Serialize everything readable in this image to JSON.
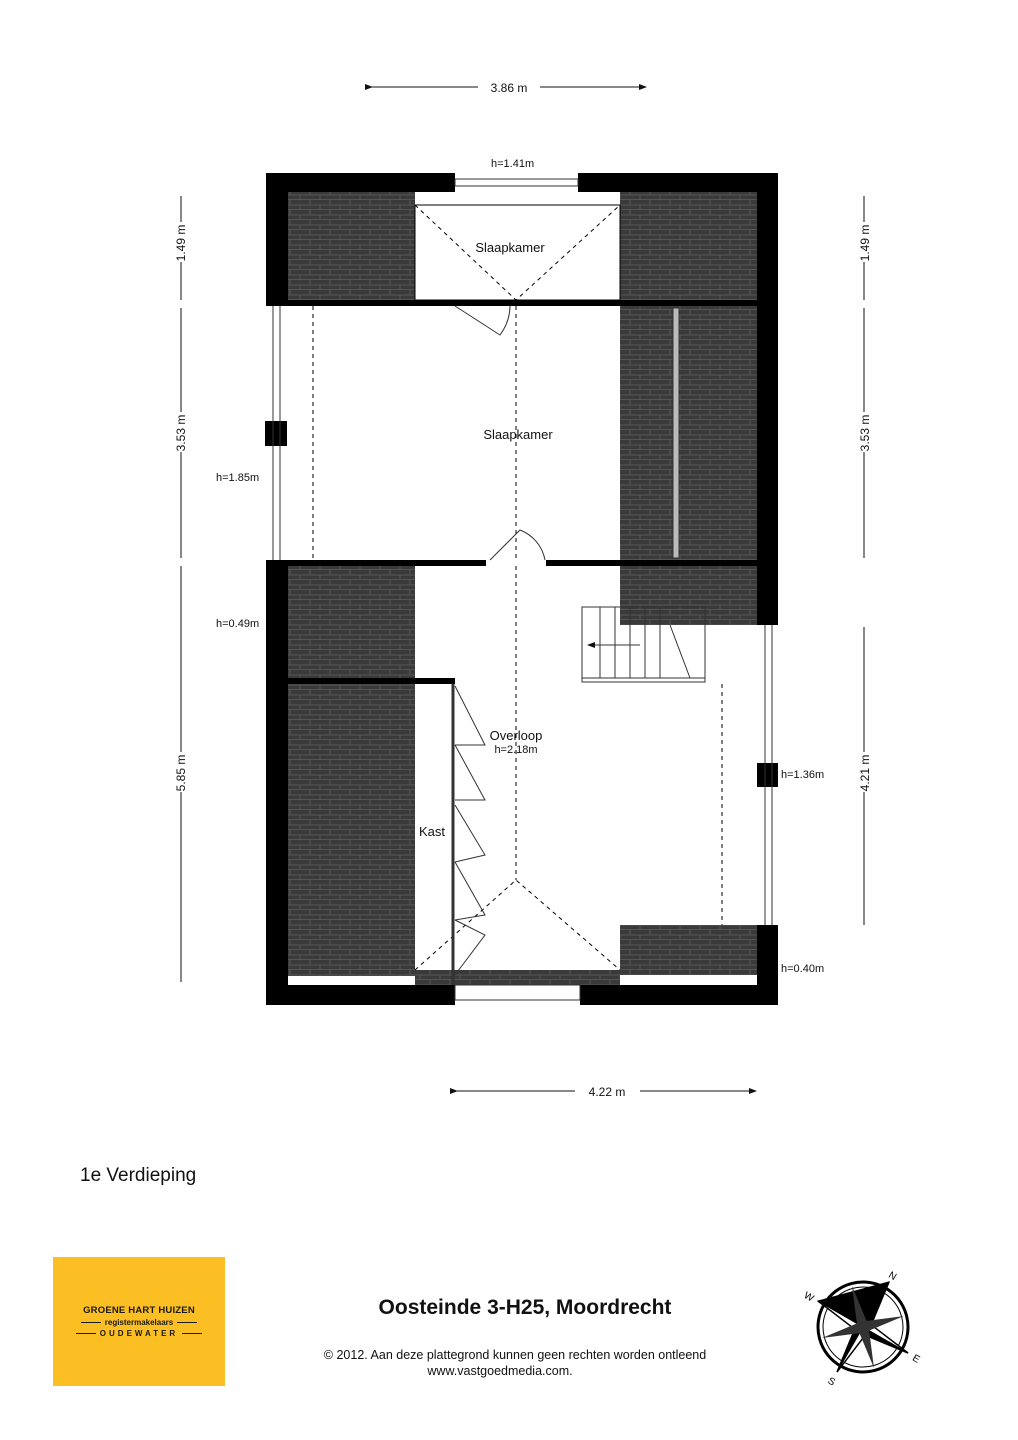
{
  "dimensions": {
    "top_width": "3.86 m",
    "bottom_width": "4.22 m",
    "left_top": "1.49 m",
    "left_middle": "3.53 m",
    "left_bottom": "5.85 m",
    "right_top": "1.49 m",
    "right_middle": "3.53 m",
    "right_bottom": "4.21 m"
  },
  "heights": {
    "top_window": "h=1.41m",
    "left_upper": "h=1.85m",
    "left_lower": "h=0.49m",
    "right_window": "h=1.36m",
    "right_lower": "h=0.40m"
  },
  "rooms": {
    "slaapkamer_small": "Slaapkamer",
    "slaapkamer_large": "Slaapkamer",
    "overloop": "Overloop",
    "overloop_height": "h=2.18m",
    "kast": "Kast"
  },
  "floor_label": "1e Verdieping",
  "logo": {
    "line1": "GROENE HART HUIZEN",
    "line2": "registermakelaars",
    "line3": "OUDEWATER",
    "color": "#fbbf24"
  },
  "title": "Oosteinde 3-H25, Moordrecht",
  "copyright": "© 2012. Aan deze plattegrond kunnen geen rechten worden ontleend",
  "website": "www.vastgoedmedia.com.",
  "compass": {
    "n": "N",
    "e": "E",
    "s": "S",
    "w": "W"
  }
}
